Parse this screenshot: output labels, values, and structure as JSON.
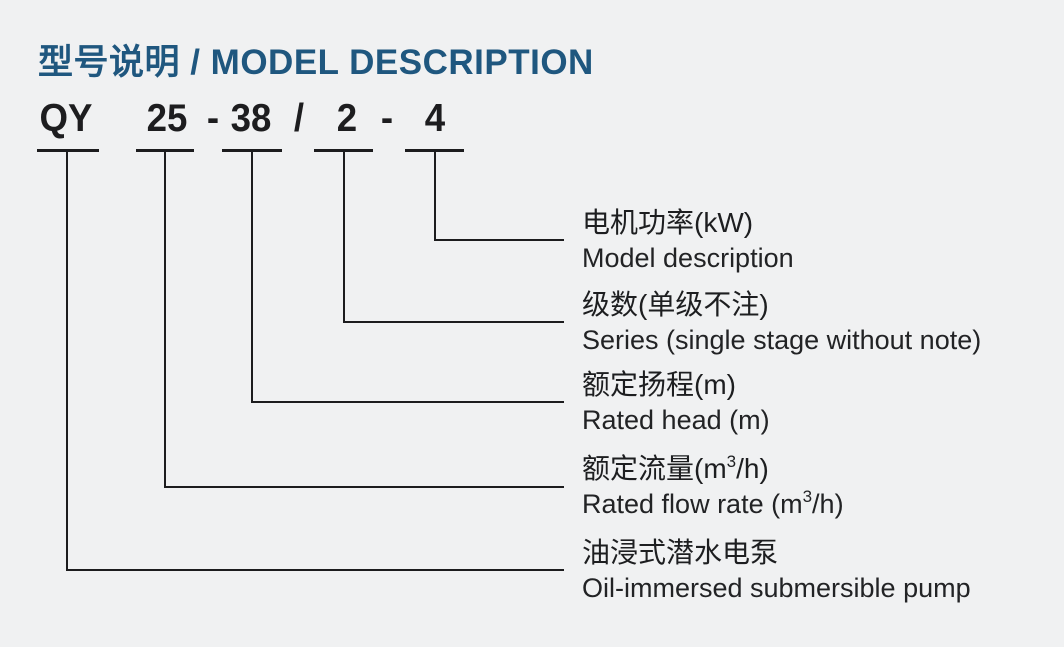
{
  "title": {
    "text": "型号说明 / MODEL DESCRIPTION"
  },
  "model_code": {
    "prefix": "QY",
    "flow_rate": "25",
    "dash1": "-",
    "head": "38",
    "slash": "/",
    "stages": "2",
    "dash2": "-",
    "power": "4"
  },
  "labels": {
    "power": {
      "cn": "电机功率(kW)",
      "en": "Model description"
    },
    "stages": {
      "cn": "级数(单级不注)",
      "en": "Series (single stage without note)"
    },
    "head": {
      "cn": "额定扬程(m)",
      "en": "Rated head (m)"
    },
    "flow": {
      "cn_pre": "额定流量(m",
      "cn_sup": "3",
      "cn_post": "/h)",
      "en_pre": "Rated flow rate (m",
      "en_sup": "3",
      "en_post": "/h)"
    },
    "pump": {
      "cn": "油浸式潜水电泵",
      "en": "Oil-immersed submersible pump"
    }
  },
  "colors": {
    "background": "#f0f1f2",
    "title_blue": "#1f577f",
    "text_black": "#1d1e20",
    "line_black": "#1c1c1e"
  }
}
